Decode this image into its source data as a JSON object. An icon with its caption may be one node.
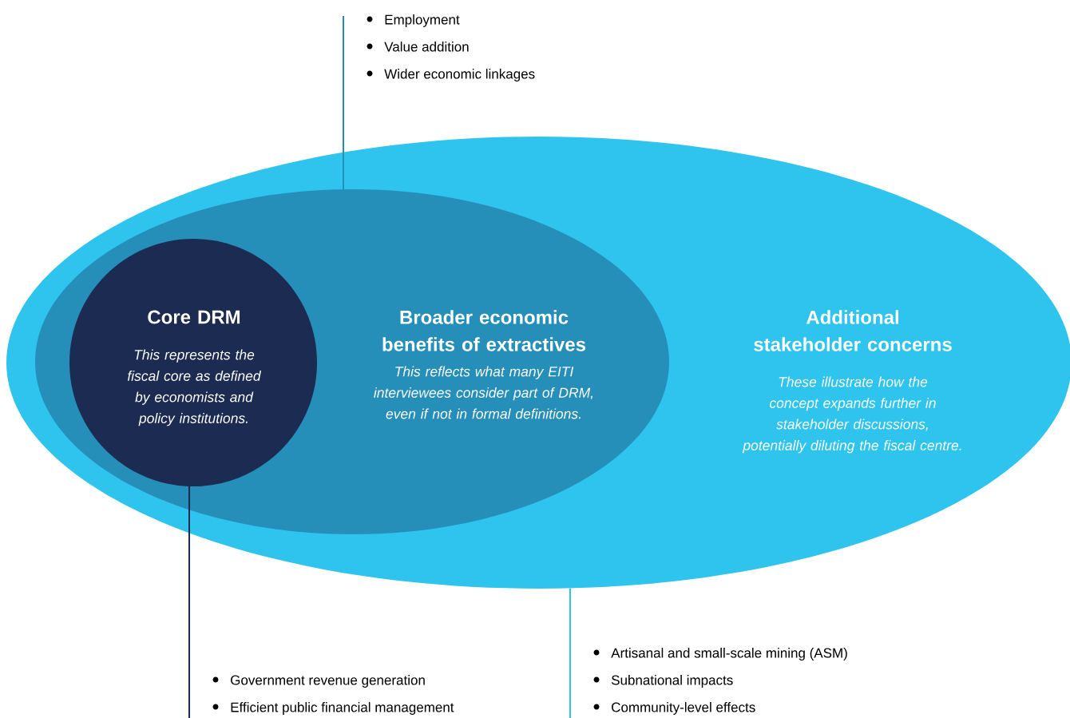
{
  "diagram": {
    "nodes": [
      {
        "text": [
          "Additional stakeholder concerns",
          "These illustrate how the concept expands further in stakeholder discussions, potentially diluting the fiscal centre."
        ]
      },
      {
        "text": [
          "Broader economic benefits of extractives",
          "This reflects what many EITI interviewees consider part of DRM, even if not in formal definitions."
        ],
        "in": 0
      },
      {
        "text": [
          "Core DRM",
          "This represents the fiscal core as defined by economists and policy institutions."
        ],
        "in": 1
      },
      {
        "text": [
          "Employment",
          "Value addition",
          "Wider economic linkages"
        ]
      },
      {
        "text": [
          "Government revenue generation",
          "Efficient public financial management"
        ]
      },
      {
        "text": [
          "Artisanal and small-scale mining (ASM)",
          "Subnational impacts",
          "Community-level effects"
        ]
      }
    ],
    "edges": [
      {
        "from": 1,
        "to": 3,
        "arrow": "none",
        "color": "#258fba"
      },
      {
        "from": 2,
        "to": 4,
        "arrow": "none",
        "color": "#1b2b52"
      },
      {
        "from": 0,
        "to": 5,
        "arrow": "none",
        "color": "#2ec4ed"
      }
    ]
  }
}
